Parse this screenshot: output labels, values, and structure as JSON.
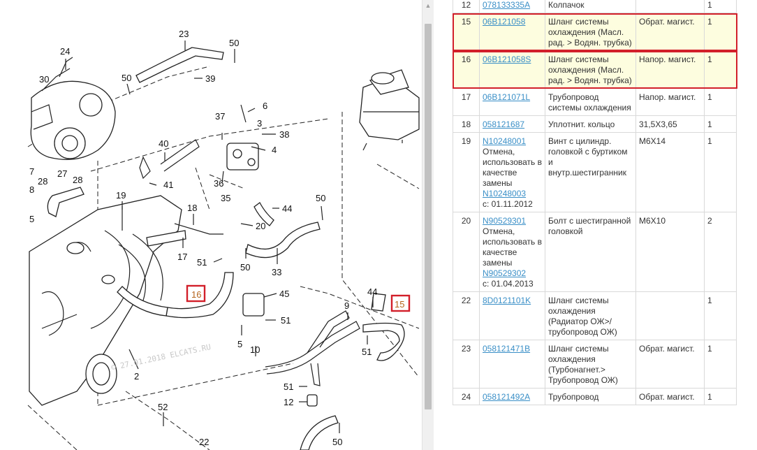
{
  "diagram": {
    "watermark": "© 27.01.2018 ELCATS.RU",
    "highlight_color": "#d21f2a",
    "callouts": [
      "23",
      "24",
      "50",
      "30",
      "50",
      "39",
      "37",
      "6",
      "3",
      "38",
      "4",
      "40",
      "28",
      "27",
      "28",
      "41",
      "36",
      "35",
      "19",
      "18",
      "44",
      "50",
      "20",
      "17",
      "51",
      "50",
      "33",
      "16",
      "45",
      "51",
      "5",
      "10",
      "44",
      "9",
      "15",
      "51",
      "51",
      "12",
      "52",
      "22",
      "2",
      "7",
      "8",
      "5",
      "50"
    ]
  },
  "scrollbar": {
    "up_icon": "▲"
  },
  "table": {
    "rows": [
      {
        "num": "12",
        "part": "078133335A",
        "desc": "Колпачок",
        "note": "",
        "qty": "1",
        "highlight": false
      },
      {
        "num": "15",
        "part": "06B121058",
        "desc": "Шланг системы охлаждения (Масл. рад. > Водян. трубка)",
        "note": "Обрат. магист.",
        "qty": "1",
        "highlight": true
      },
      {
        "num": "16",
        "part": "06B121058S",
        "desc": "Шланг системы охлаждения (Масл. рад. > Водян. трубка)",
        "note": "Напор. магист.",
        "qty": "1",
        "highlight": true
      },
      {
        "num": "17",
        "part": "06B121071L",
        "desc": "Трубопровод системы охлаждения",
        "note": "Напор. магист.",
        "qty": "1",
        "highlight": false
      },
      {
        "num": "18",
        "part": "058121687",
        "desc": "Уплотнит. кольцо",
        "note": "31,5X3,65",
        "qty": "1",
        "highlight": false
      },
      {
        "num": "19",
        "part": "N10248001",
        "replace_text": "Отмена, использовать в качестве замены",
        "replacement": "N10248003",
        "since": "с: 01.11.2012",
        "desc": "Винт с цилиндр. головкой с буртиком и внутр.шестигранник",
        "note": "M6X14",
        "qty": "1",
        "highlight": false
      },
      {
        "num": "20",
        "part": "N90529301",
        "replace_text": "Отмена, использовать в качестве замены",
        "replacement": "N90529302",
        "since": "с: 01.04.2013",
        "desc": "Болт с шестигранной головкой",
        "note": "M6X10",
        "qty": "2",
        "highlight": false
      },
      {
        "num": "22",
        "part": "8D0121101K",
        "desc": "Шланг системы охлаждения (Радиатор ОЖ>/ трубопровод ОЖ)",
        "note": "",
        "qty": "1",
        "highlight": false
      },
      {
        "num": "23",
        "part": "058121471B",
        "desc": "Шланг системы охлаждения (Турбонагнет.> Трубопровод ОЖ)",
        "note": "Обрат. магист.",
        "qty": "1",
        "highlight": false
      },
      {
        "num": "24",
        "part": "058121492A",
        "desc": "Трубопровод",
        "note": "Обрат. магист.",
        "qty": "1",
        "highlight": false
      }
    ]
  }
}
